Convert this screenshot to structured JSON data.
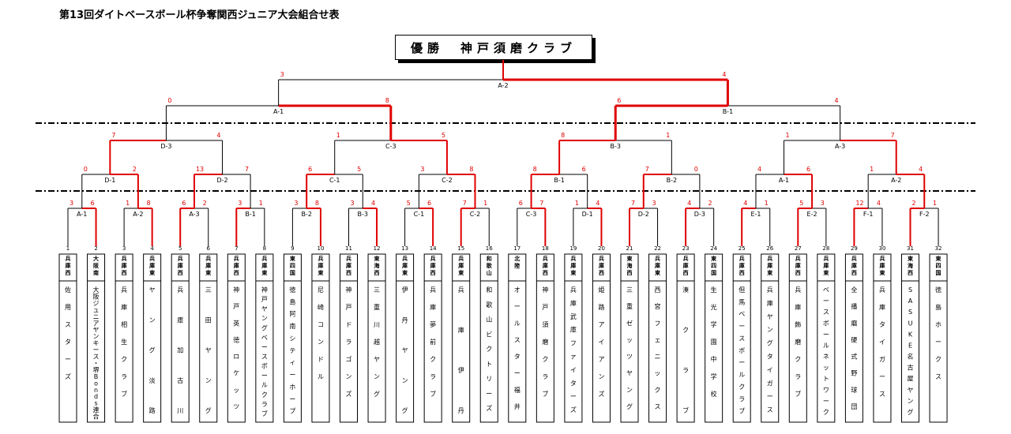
{
  "title": "第13回ダイトベースボール杯争奪関西ジュニア大会組合せ表",
  "champion": "優勝　神戸須磨クラブ",
  "teams": [
    {
      "no": "1",
      "league": "兵庫西",
      "name": "佐用スターズ"
    },
    {
      "no": "2",
      "league": "大阪南",
      "name": "大阪ジュニアヤンキース・堺Bonds連合"
    },
    {
      "no": "3",
      "league": "兵庫西",
      "name": "兵庫相生クラブ"
    },
    {
      "no": "4",
      "league": "兵庫東",
      "name": "ヤング淡路"
    },
    {
      "no": "5",
      "league": "兵庫西",
      "name": "兵庫加古川"
    },
    {
      "no": "6",
      "league": "兵庫東",
      "name": "三田ヤング"
    },
    {
      "no": "7",
      "league": "兵庫西",
      "name": "神戸英徳ロケッツ"
    },
    {
      "no": "8",
      "league": "兵庫東",
      "name": "神戸ヤングベースボールクラブ"
    },
    {
      "no": "9",
      "league": "東四国",
      "name": "徳島阿南シティーホープ"
    },
    {
      "no": "10",
      "league": "兵庫東",
      "name": "尼崎コンドル"
    },
    {
      "no": "11",
      "league": "兵庫西",
      "name": "神戸ドラゴンズ"
    },
    {
      "no": "12",
      "league": "東海西",
      "name": "三重川越ヤング"
    },
    {
      "no": "13",
      "league": "兵庫東",
      "name": "伊丹ヤング"
    },
    {
      "no": "14",
      "league": "兵庫西",
      "name": "兵庫夢前クラブ"
    },
    {
      "no": "15",
      "league": "兵庫東",
      "name": "兵庫伊丹"
    },
    {
      "no": "16",
      "league": "和歌山",
      "name": "和歌山ビクトリーズ"
    },
    {
      "no": "17",
      "league": "北陸",
      "name": "オールスター福井"
    },
    {
      "no": "18",
      "league": "兵庫西",
      "name": "神戸須磨クラブ"
    },
    {
      "no": "19",
      "league": "兵庫東",
      "name": "兵庫武庫ファイターズ"
    },
    {
      "no": "20",
      "league": "兵庫西",
      "name": "姫路アイアンズ"
    },
    {
      "no": "21",
      "league": "東海西",
      "name": "三重ゼッツヤング"
    },
    {
      "no": "22",
      "league": "兵庫東",
      "name": "西宮フェニックス"
    },
    {
      "no": "23",
      "league": "兵庫西",
      "name": "湊クラブ"
    },
    {
      "no": "24",
      "league": "東四国",
      "name": "生光学園中学校"
    },
    {
      "no": "25",
      "league": "兵庫西",
      "name": "但馬ベースボールクラブ"
    },
    {
      "no": "26",
      "league": "兵庫東",
      "name": "兵庫ヤングタイガース"
    },
    {
      "no": "27",
      "league": "兵庫西",
      "name": "兵庫飾磨クラブ"
    },
    {
      "no": "28",
      "league": "兵庫東",
      "name": "ベースボールネットワーク"
    },
    {
      "no": "29",
      "league": "兵庫西",
      "name": "全播磨硬式野球団"
    },
    {
      "no": "30",
      "league": "兵庫東",
      "name": "兵庫タイガース"
    },
    {
      "no": "31",
      "league": "東海西",
      "name": "SASUKE名古屋ヤング"
    },
    {
      "no": "32",
      "league": "東四国",
      "name": "徳島ホークス"
    }
  ],
  "games_r1": [
    {
      "label": "A-1",
      "s1": "3",
      "s2": "6",
      "w": 2
    },
    {
      "label": "A-2",
      "s1": "1",
      "s2": "8",
      "w": 2
    },
    {
      "label": "A-3",
      "s1": "6",
      "s2": "2",
      "w": 1
    },
    {
      "label": "B-1",
      "s1": "3",
      "s2": "1",
      "w": 1
    },
    {
      "label": "B-2",
      "s1": "3",
      "s2": "8",
      "w": 2
    },
    {
      "label": "B-3",
      "s1": "3",
      "s2": "4",
      "w": 2
    },
    {
      "label": "C-1",
      "s1": "5",
      "s2": "6",
      "w": 2
    },
    {
      "label": "C-2",
      "s1": "7",
      "s2": "1",
      "w": 1
    },
    {
      "label": "C-3",
      "s1": "6",
      "s2": "7",
      "w": 2
    },
    {
      "label": "D-1",
      "s1": "1",
      "s2": "4",
      "w": 2
    },
    {
      "label": "D-2",
      "s1": "7",
      "s2": "3",
      "w": 1
    },
    {
      "label": "D-3",
      "s1": "4",
      "s2": "2",
      "w": 1
    },
    {
      "label": "E-1",
      "s1": "4",
      "s2": "1",
      "w": 1
    },
    {
      "label": "E-2",
      "s1": "5",
      "s2": "3",
      "w": 1
    },
    {
      "label": "F-1",
      "s1": "12",
      "s2": "4",
      "w": 1
    },
    {
      "label": "F-2",
      "s1": "2",
      "s2": "1",
      "w": 1
    }
  ],
  "games_r2": [
    {
      "label": "D-1",
      "s1": "0",
      "s2": "2",
      "w": 2
    },
    {
      "label": "D-2",
      "s1": "13",
      "s2": "7",
      "w": 1
    },
    {
      "label": "C-1",
      "s1": "6",
      "s2": "5",
      "w": 1
    },
    {
      "label": "C-2",
      "s1": "3",
      "s2": "8",
      "w": 2
    },
    {
      "label": "B-1",
      "s1": "8",
      "s2": "6",
      "w": 1
    },
    {
      "label": "B-2",
      "s1": "7",
      "s2": "0",
      "w": 1
    },
    {
      "label": "A-1",
      "s1": "4",
      "s2": "6",
      "w": 2
    },
    {
      "label": "A-2",
      "s1": "1",
      "s2": "4",
      "w": 2
    }
  ],
  "games_r3": [
    {
      "label": "D-3",
      "s1": "7",
      "s2": "4",
      "w": 1
    },
    {
      "label": "C-3",
      "s1": "1",
      "s2": "5",
      "w": 2
    },
    {
      "label": "B-3",
      "s1": "8",
      "s2": "1",
      "w": 1
    },
    {
      "label": "A-3",
      "s1": "1",
      "s2": "7",
      "w": 2
    }
  ],
  "games_r4": [
    {
      "label": "A-1",
      "s1": "0",
      "s2": "8",
      "w": 2
    },
    {
      "label": "B-1",
      "s1": "6",
      "s2": "4",
      "w": 1
    }
  ],
  "final": {
    "label": "A-2",
    "s1": "3",
    "s2": "4",
    "w": 2
  },
  "colors": {
    "win": "#e00000",
    "line": "#000000"
  }
}
